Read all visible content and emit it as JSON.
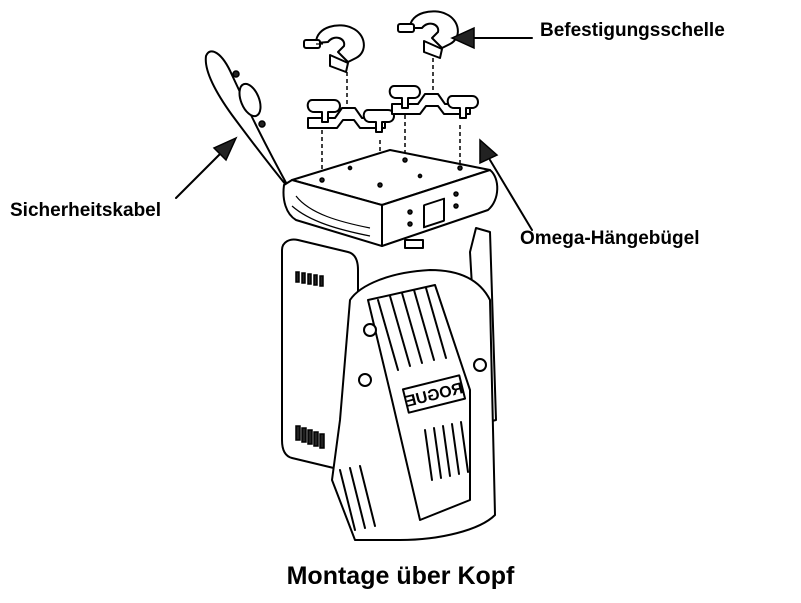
{
  "labels": {
    "clamp": "Befestigungsschelle",
    "safety_cable": "Sicherheitskabel",
    "omega_bracket": "Omega-Hängebügel",
    "title": "Montage über Kopf"
  },
  "fixture_text": {
    "brand_mark": "ROGUE"
  },
  "colors": {
    "line": "#000000",
    "background": "#ffffff"
  }
}
